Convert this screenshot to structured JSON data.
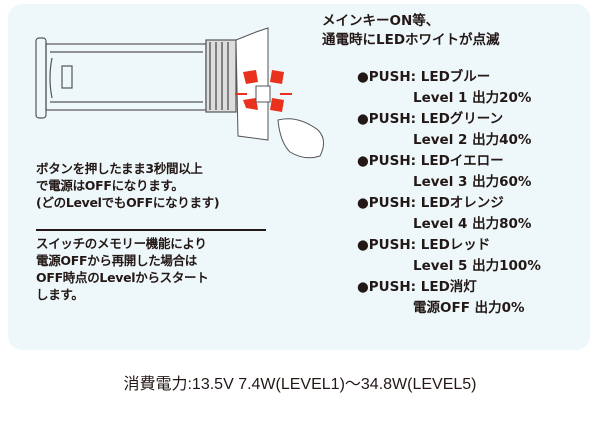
{
  "header_note": [
    "メインキーON等、",
    "通電時にLEDホワイトが点滅"
  ],
  "steps": [
    {
      "action": "●PUSH: LEDブルー",
      "result": "Level 1 出力20%"
    },
    {
      "action": "●PUSH: LEDグリーン",
      "result": "Level 2 出力40%"
    },
    {
      "action": "●PUSH: LEDイエロー",
      "result": "Level 3 出力60%"
    },
    {
      "action": "●PUSH: LEDオレンジ",
      "result": "Level 4 出力80%"
    },
    {
      "action": "●PUSH: LEDレッド",
      "result": "Level 5 出力100%"
    },
    {
      "action": "●PUSH: LED消灯",
      "result": "電源OFF 出力0%"
    }
  ],
  "off_note": [
    "ボタンを押したまま3秒間以上",
    "で電源はOFFになります。",
    "(どのLevelでもOFFになります)"
  ],
  "memory_note": [
    "スイッチのメモリー機能により",
    "電源OFFから再開した場合は",
    "OFF時点のLevelからスタート",
    "します。"
  ],
  "footer": "消費電力:13.5V  7.4W(LEVEL1)〜34.8W(LEVEL5)",
  "colors": {
    "panel": "#eef8fb",
    "led_flash": "#e8321e"
  }
}
